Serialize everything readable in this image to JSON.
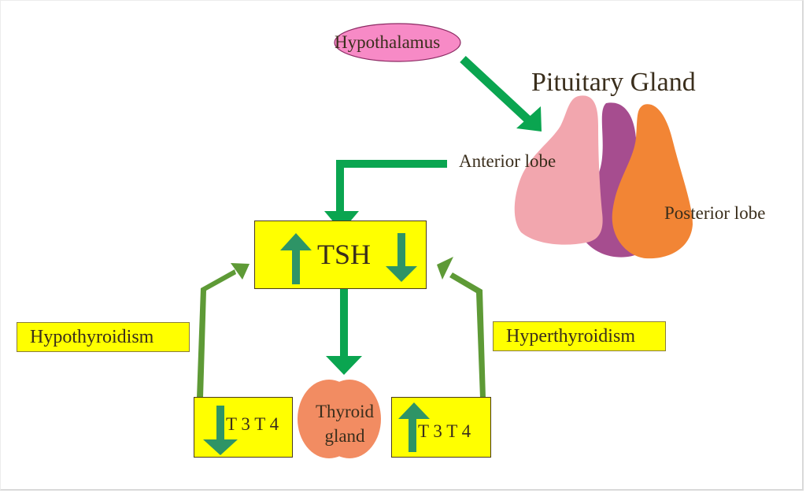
{
  "diagram": {
    "title": "Pituitary Gland",
    "nodes": {
      "hypothalamus": "Hypothalamus",
      "anterior_lobe": "Anterior lobe",
      "posterior_lobe": "Posterior lobe",
      "tsh": "TSH",
      "thyroid_line1": "Thyroid",
      "thyroid_line2": "gland",
      "hypothyroidism": "Hypothyroidism",
      "hyperthyroidism": "Hyperthyroidism",
      "t3t4_low": "T 3 T 4",
      "t3t4_high": "T 3 T 4"
    },
    "relations": [
      {
        "from": "Hypothalamus",
        "to": "Pituitary Gland"
      },
      {
        "from": "Anterior lobe",
        "to": "TSH"
      },
      {
        "from": "TSH",
        "to": "Thyroid gland"
      },
      {
        "from": "T 3 T 4 (low)",
        "to": "TSH",
        "label": "Hypothyroidism"
      },
      {
        "from": "T 3 T 4 (high)",
        "to": "TSH",
        "label": "Hyperthyroidism"
      }
    ],
    "indicators": {
      "tsh_left": "up",
      "tsh_right": "down",
      "t3t4_low": "down",
      "t3t4_high": "up"
    },
    "colors": {
      "flow_arrow": "#0aa550",
      "feedback_arrow": "#5e9a36",
      "indicator_arrow": "#2e9466",
      "box_fill": "#ffff00",
      "hypothalamus_fill": "#f78ac6",
      "anterior_lobe": "#f2a6ae",
      "intermediate_lobe": "#a64d8f",
      "posterior_lobe": "#f28535",
      "thyroid_fill": "#f28c62",
      "text": "#3a2e1c"
    }
  }
}
